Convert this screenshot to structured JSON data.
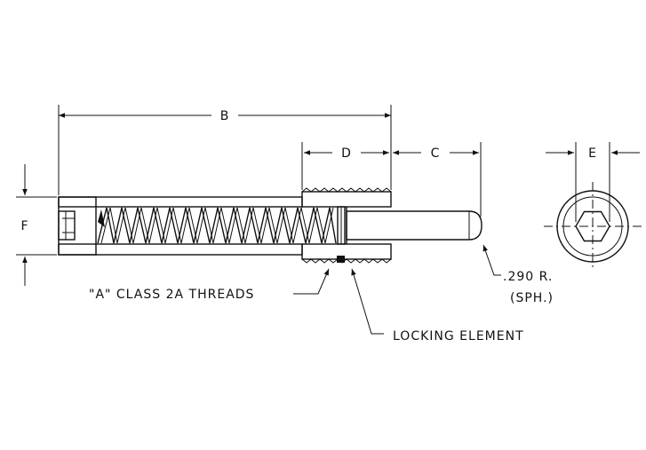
{
  "dimensions": {
    "b": "B",
    "c": "C",
    "d": "D",
    "e": "E",
    "f": "F"
  },
  "callouts": {
    "threads": "\"A\" CLASS 2A THREADS",
    "locking": "LOCKING ELEMENT",
    "radius": ".290 R.",
    "radius_note": "(SPH.)"
  },
  "colors": {
    "ink": "#111111",
    "paper": "#ffffff"
  }
}
